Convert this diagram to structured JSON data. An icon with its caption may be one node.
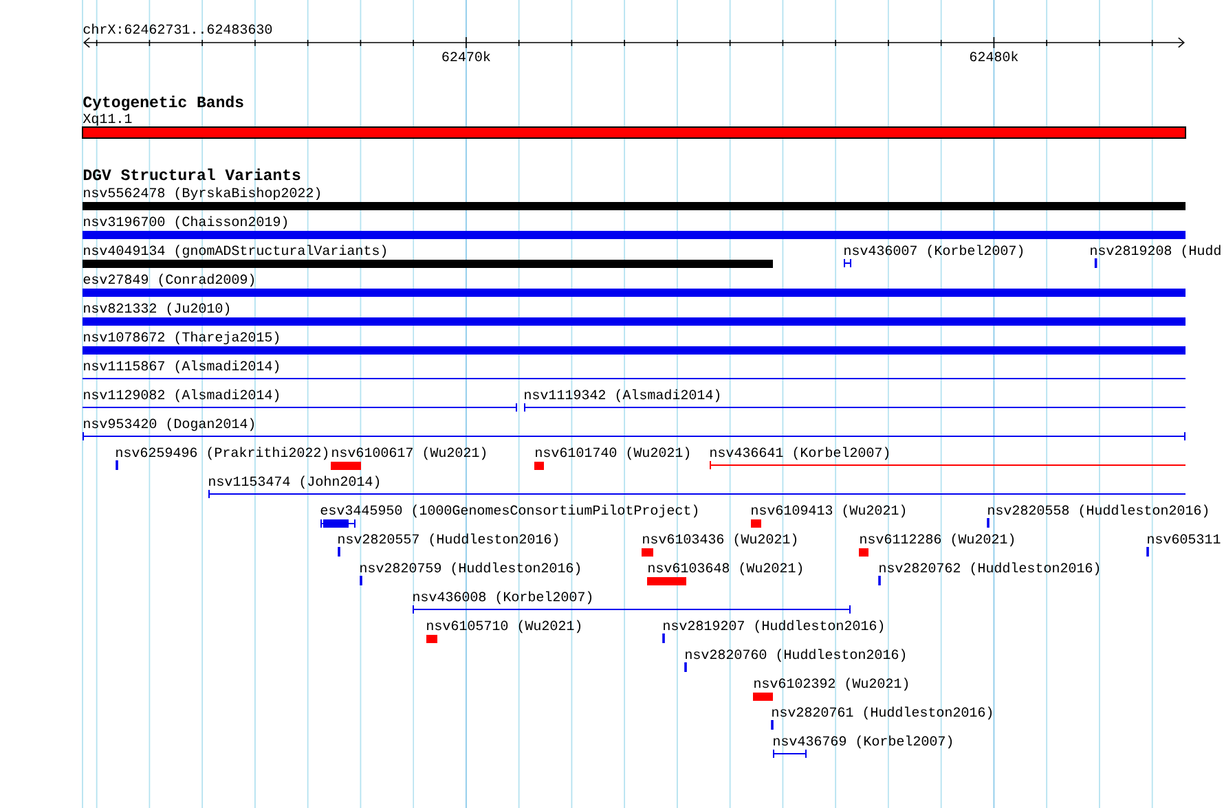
{
  "diagram": {
    "nodes": [
      {
        "text": [
          "Xq11.1"
        ]
      },
      {
        "text": [
          "nsv5562478 (ByrskaBishop2022)"
        ]
      },
      {
        "text": [
          "nsv3196700 (Chaisson2019)"
        ]
      },
      {
        "text": [
          "nsv4049134 (gnomADStructuralVariants)"
        ]
      },
      {
        "text": [
          "nsv436007 (Korbel2007)"
        ]
      },
      {
        "text": [
          "nsv2819208 (Hudd"
        ]
      },
      {
        "text": [
          "esv27849 (Conrad2009)"
        ]
      },
      {
        "text": [
          "nsv821332 (Ju2010)"
        ]
      },
      {
        "text": [
          "nsv1078672 (Thareja2015)"
        ]
      },
      {
        "text": [
          "nsv1115867 (Alsmadi2014)"
        ]
      },
      {
        "text": [
          "nsv1129082 (Alsmadi2014)"
        ]
      },
      {
        "text": [
          "nsv1119342 (Alsmadi2014)"
        ]
      },
      {
        "text": [
          "nsv953420 (Dogan2014)"
        ]
      },
      {
        "text": [
          "nsv6259496 (Prakrithi2022)"
        ]
      },
      {
        "text": [
          "nsv6100617 (Wu2021)"
        ]
      },
      {
        "text": [
          "nsv6101740 (Wu2021)"
        ]
      },
      {
        "text": [
          "nsv436641 (Korbel2007)"
        ]
      },
      {
        "text": [
          "nsv1153474 (John2014)"
        ]
      },
      {
        "text": [
          "esv3445950 (1000GenomesConsortiumPilotProject)"
        ]
      },
      {
        "text": [
          "nsv6109413 (Wu2021)"
        ]
      },
      {
        "text": [
          "nsv2820558 (Huddleston2016)"
        ]
      },
      {
        "text": [
          "nsv2820557 (Huddleston2016)"
        ]
      },
      {
        "text": [
          "nsv6103436 (Wu2021)"
        ]
      },
      {
        "text": [
          "nsv6112286 (Wu2021)"
        ]
      },
      {
        "text": [
          "nsv605311"
        ]
      },
      {
        "text": [
          "nsv2820759 (Huddleston2016)"
        ]
      },
      {
        "text": [
          "nsv6103648 (Wu2021)"
        ]
      },
      {
        "text": [
          "nsv2820762 (Huddleston2016)"
        ]
      },
      {
        "text": [
          "nsv436008 (Korbel2007)"
        ]
      },
      {
        "text": [
          "nsv6105710 (Wu2021)"
        ]
      },
      {
        "text": [
          "nsv2819207 (Huddleston2016)"
        ]
      },
      {
        "text": [
          "nsv2820760 (Huddleston2016)"
        ]
      },
      {
        "text": [
          "nsv6102392 (Wu2021)"
        ]
      },
      {
        "text": [
          "nsv2820761 (Huddleston2016)"
        ]
      },
      {
        "text": [
          "nsv436769 (Korbel2007)"
        ]
      }
    ],
    "labels": [
      "chrX:62462731..62483630",
      "62470k",
      "62480k",
      "Cytogenetic Bands",
      "DGV Structural Variants"
    ]
  }
}
